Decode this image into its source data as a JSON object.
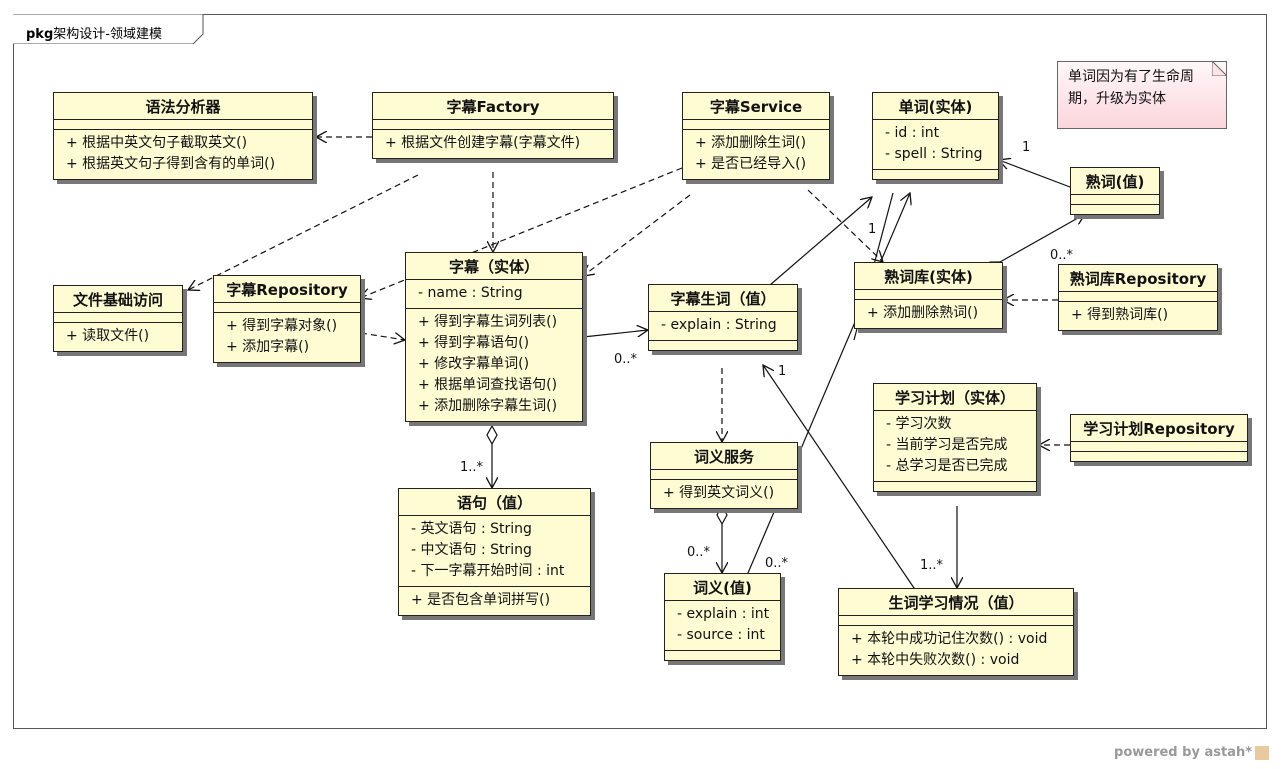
{
  "frame": {
    "keyword": "pkg",
    "title": "架构设计-领域建模"
  },
  "note": {
    "text_line1": "单词因为有了生命周",
    "text_line2": "期，升级为实体"
  },
  "classes": {
    "grammar": {
      "name": "语法分析器",
      "ops": [
        "+ 根据中英文句子截取英文()",
        "+ 根据英文句子得到含有的单词()"
      ]
    },
    "factory": {
      "name": "字幕Factory",
      "ops": [
        "+ 根据文件创建字幕(字幕文件)"
      ]
    },
    "service": {
      "name": "字幕Service",
      "ops": [
        "+ 添加删除生词()",
        "+ 是否已经导入()"
      ]
    },
    "word": {
      "name": "单词(实体)",
      "attrs": [
        "- id : int",
        "- spell : String"
      ]
    },
    "known": {
      "name": "熟词(值)"
    },
    "fileaccess": {
      "name": "文件基础访问",
      "ops": [
        "+ 读取文件()"
      ]
    },
    "subrepo": {
      "name": "字幕Repository",
      "ops": [
        "+ 得到字幕对象()",
        "+ 添加字幕()"
      ]
    },
    "subtitle": {
      "name": "字幕（实体）",
      "attrs": [
        "- name : String"
      ],
      "ops": [
        "+ 得到字幕生词列表()",
        "+ 得到字幕语句()",
        "+ 修改字幕单词()",
        "+ 根据单词查找语句()",
        "+ 添加删除字幕生词()"
      ]
    },
    "subword": {
      "name": "字幕生词（值）",
      "attrs": [
        "- explain : String"
      ]
    },
    "knownlib": {
      "name": "熟词库(实体)",
      "ops": [
        "+ 添加删除熟词()"
      ]
    },
    "knownrepo": {
      "name": "熟词库Repository",
      "ops": [
        "+ 得到熟词库()"
      ]
    },
    "sentence": {
      "name": "语句（值）",
      "attrs": [
        "- 英文语句 : String",
        "- 中文语句 : String",
        "- 下一字幕开始时间 : int"
      ],
      "ops": [
        "+ 是否包含单词拼写()"
      ]
    },
    "meaningsvc": {
      "name": "词义服务",
      "ops": [
        "+ 得到英文词义()"
      ]
    },
    "plan": {
      "name": "学习计划（实体）",
      "attrs": [
        "- 学习次数",
        "- 当前学习是否完成",
        "- 总学习是否已完成"
      ]
    },
    "planrepo": {
      "name": "学习计划Repository"
    },
    "meaning": {
      "name": "词义(值)",
      "attrs": [
        "- explain : int",
        "- source : int"
      ]
    },
    "progress": {
      "name": "生词学习情况（值）",
      "ops": [
        "+ 本轮中成功记住次数() : void",
        "+ 本轮中失败次数() : void"
      ]
    }
  },
  "multiplicities": {
    "word_known": "1",
    "word_knownlib": "1",
    "knownlib_known": "0..*",
    "subtitle_subword": "0..*",
    "subtitle_sentence": "1..*",
    "subword_progress": "1",
    "meaningsvc_meaning": "0..*",
    "word_meaning": "0..*",
    "plan_progress": "1..*"
  },
  "footer": {
    "text": "powered by astah*"
  }
}
